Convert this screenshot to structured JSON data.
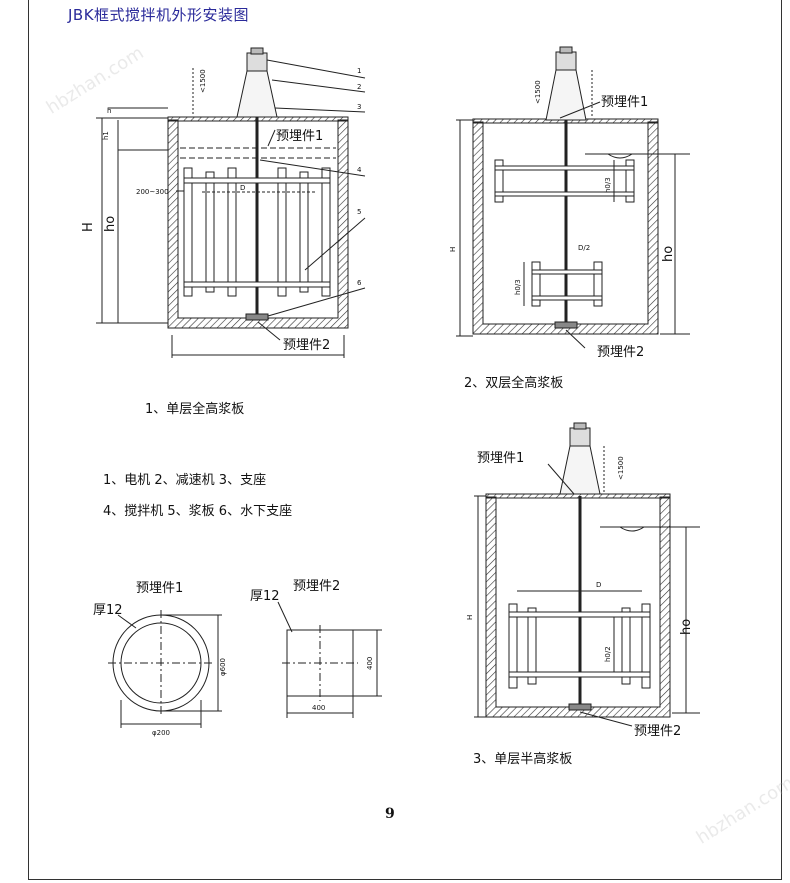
{
  "title": "JBK框式搅拌机外形安装图",
  "labels": {
    "embedded1": "预埋件1",
    "embedded2": "预埋件2",
    "thick": "厚12"
  },
  "diagram1": {
    "caption": "1、单层全高浆板",
    "dims": {
      "lim": "<1500",
      "h": "h",
      "h1": "h1",
      "H": "H",
      "ho": "ho",
      "range": "200~300",
      "D": "D"
    },
    "callouts": [
      "1",
      "2",
      "3",
      "4",
      "5",
      "6"
    ]
  },
  "diagram2": {
    "caption": "2、双层全高浆板",
    "dims": {
      "lim": "<1500",
      "H": "H",
      "ho": "ho",
      "D2": "D/2",
      "h03a": "h0/3",
      "h03b": "h0/3"
    }
  },
  "diagram3": {
    "caption": "3、单层半高浆板",
    "dims": {
      "lim": "<1500",
      "H": "H",
      "ho": "ho",
      "D": "D",
      "h02": "h0/2"
    }
  },
  "legend": {
    "line1": "1、电机 2、减速机 3、支座",
    "line2": "4、搅拌机 5、浆板 6、水下支座"
  },
  "parts": {
    "p1": {
      "dia_outer": "φ600",
      "dia_inner": "φ200"
    },
    "p2": {
      "width": "400",
      "height": "400"
    }
  },
  "page_number": "9",
  "watermark": "hbzhan.com"
}
